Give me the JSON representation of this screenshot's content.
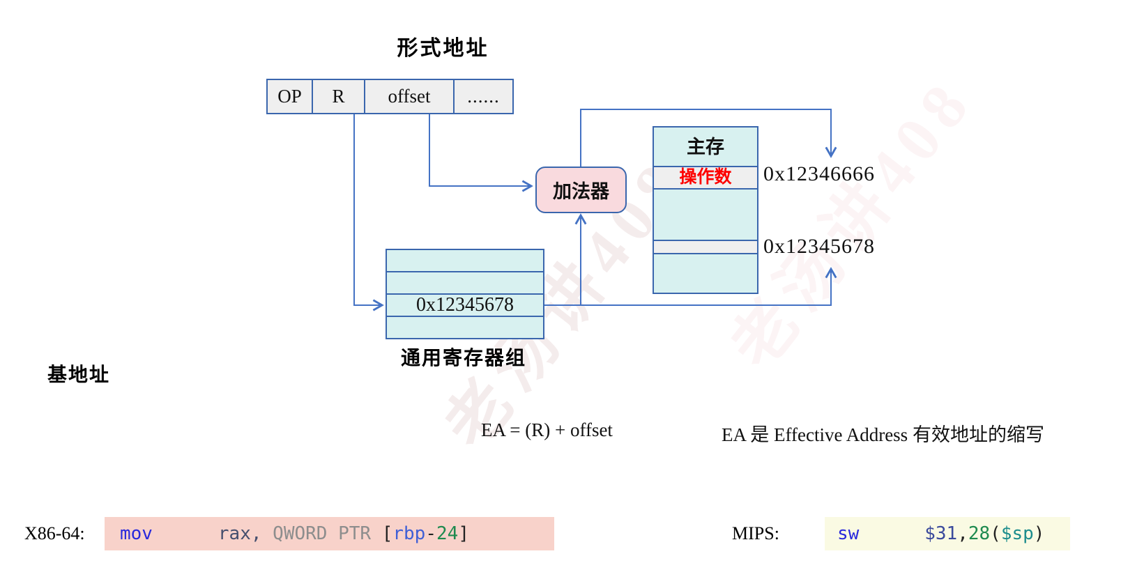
{
  "colors": {
    "line": "#4472c4",
    "border": "#3a66ad",
    "cyan": "#d8f1f0",
    "gray_cell": "#efefef",
    "pink": "#f9dade",
    "red": "#fe0000",
    "code_pink_bg": "#f8d2ca",
    "code_yellow_bg": "#fafae3",
    "kw_blue": "#2929dc",
    "reg_navy": "#454f6e",
    "mips_navy": "#3b4a9c",
    "op_gray": "#8d8d8d",
    "rbp_blue": "#3f5fd6",
    "num_green": "#1e8a4f",
    "sp_teal": "#1b8c8c",
    "dark": "#222222"
  },
  "diagram": {
    "formal_address_label": "形式地址",
    "instruction_fields": [
      "OP",
      "R",
      "offset",
      "......"
    ],
    "adder_label": "加法器",
    "memory": {
      "title": "主存",
      "operand_label": "操作数",
      "addr_high": "0x12346666",
      "addr_low": "0x12345678"
    },
    "register_file": {
      "value": "0x12345678",
      "label": "通用寄存器组"
    },
    "base_address_label": "基地址",
    "formula": "EA = (R) + offset",
    "formula_note": "EA 是 Effective Address 有效地址的缩写",
    "watermark": "老汤讲408"
  },
  "code": {
    "x86_label": "X86-64:",
    "x86_tokens": [
      "mov",
      "      ",
      "rax,",
      " ",
      "QWORD PTR",
      " ",
      "[",
      "rbp",
      "-",
      "24",
      "]"
    ],
    "mips_label": "MIPS:",
    "mips_tokens": [
      "sw",
      "      ",
      "$31",
      ",",
      "28",
      "(",
      "$sp",
      ")"
    ]
  }
}
